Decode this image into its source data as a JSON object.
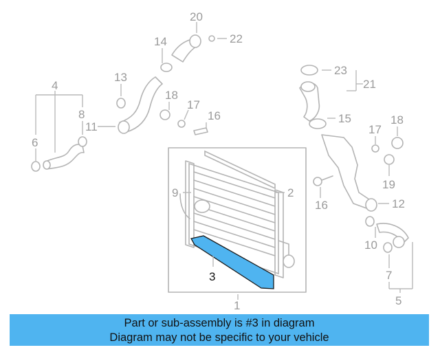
{
  "diagram": {
    "callouts": {
      "c1": "1",
      "c2": "2",
      "c3": "3",
      "c4": "4",
      "c5": "5",
      "c6": "6",
      "c7": "7",
      "c8": "8",
      "c9": "9",
      "c10": "10",
      "c11": "11",
      "c12": "12",
      "c13": "13",
      "c14": "14",
      "c15": "15",
      "c16a": "16",
      "c16b": "16",
      "c17a": "17",
      "c17b": "17",
      "c18a": "18",
      "c18b": "18",
      "c19": "19",
      "c20": "20",
      "c21": "21",
      "c22": "22",
      "c23": "23"
    },
    "highlight_part": "3",
    "colors": {
      "highlight": "#4fb4f0",
      "parts": "#b3b3b3",
      "labels": "#9a9a9a"
    }
  },
  "banner": {
    "line1": "Part or sub-assembly is #3 in diagram",
    "line2": "Diagram may not be specific to your vehicle",
    "color": "#4fb4f0"
  }
}
